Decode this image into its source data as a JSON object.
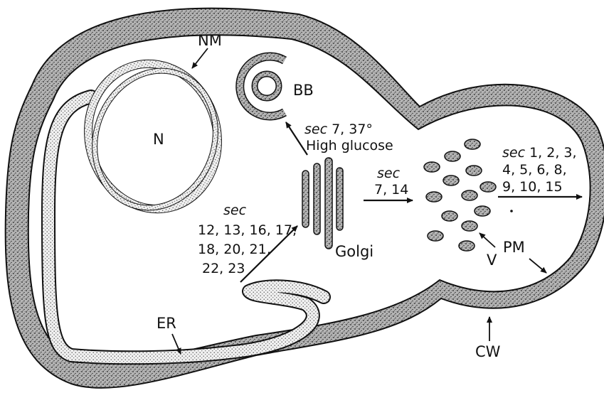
{
  "labels": {
    "nm": "NM",
    "n": "N",
    "bb": "BB",
    "er": "ER",
    "golgi": "Golgi",
    "v": "V",
    "pm": "PM",
    "cw": "CW"
  },
  "steps": {
    "er_to_golgi": {
      "prefix": "sec",
      "lines": [
        "12, 13, 16, 17,",
        "18, 20, 21,",
        "22, 23"
      ]
    },
    "golgi_to_bb": {
      "prefix": "sec",
      "rest": " 7, 37°",
      "line2": "High glucose"
    },
    "golgi_to_vesicles": {
      "prefix": "sec",
      "line2": "7, 14"
    },
    "vesicles_to_pm": {
      "prefix": "sec",
      "rest": " 1, 2, 3,",
      "lines": [
        "4, 5, 6, 8,",
        "9, 10, 15"
      ]
    }
  },
  "colors": {
    "ink": "#111111",
    "wall_fill": "#b9b9b9",
    "stipple_fill": "#e2e2e2",
    "background": "#ffffff"
  }
}
